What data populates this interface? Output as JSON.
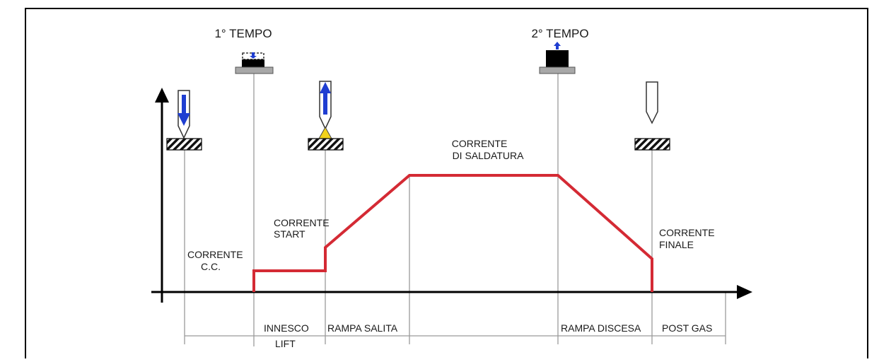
{
  "diagram": {
    "phase_titles": {
      "first": "1° TEMPO",
      "second": "2° TEMPO"
    },
    "labels": {
      "corrente_cc": [
        "CORRENTE",
        "C.C."
      ],
      "corrente_start": [
        "CORRENTE",
        "START"
      ],
      "corrente_saldatura": [
        "CORRENTE",
        "DI SALDATURA"
      ],
      "corrente_finale": [
        "CORRENTE",
        "FINALE"
      ]
    },
    "segments": {
      "innesco": [
        "INNESCO",
        "LIFT"
      ],
      "rampa_salita": "RAMPA SALITA",
      "rampa_discesa": "RAMPA DISCESA",
      "post_gas": "POST GAS"
    },
    "colors": {
      "current_curve": "#d42a34",
      "axis": "#000000",
      "guide_lines": "#9a9a9a",
      "arrow_blue": "#1f3ed1",
      "spark": "#f2d21b",
      "button_base": "#a8a8a8"
    },
    "icons": [
      "torch-down-icon",
      "button-press-icon",
      "torch-up-spark-icon",
      "button-release-icon",
      "torch-idle-icon",
      "workpiece-icon"
    ]
  }
}
